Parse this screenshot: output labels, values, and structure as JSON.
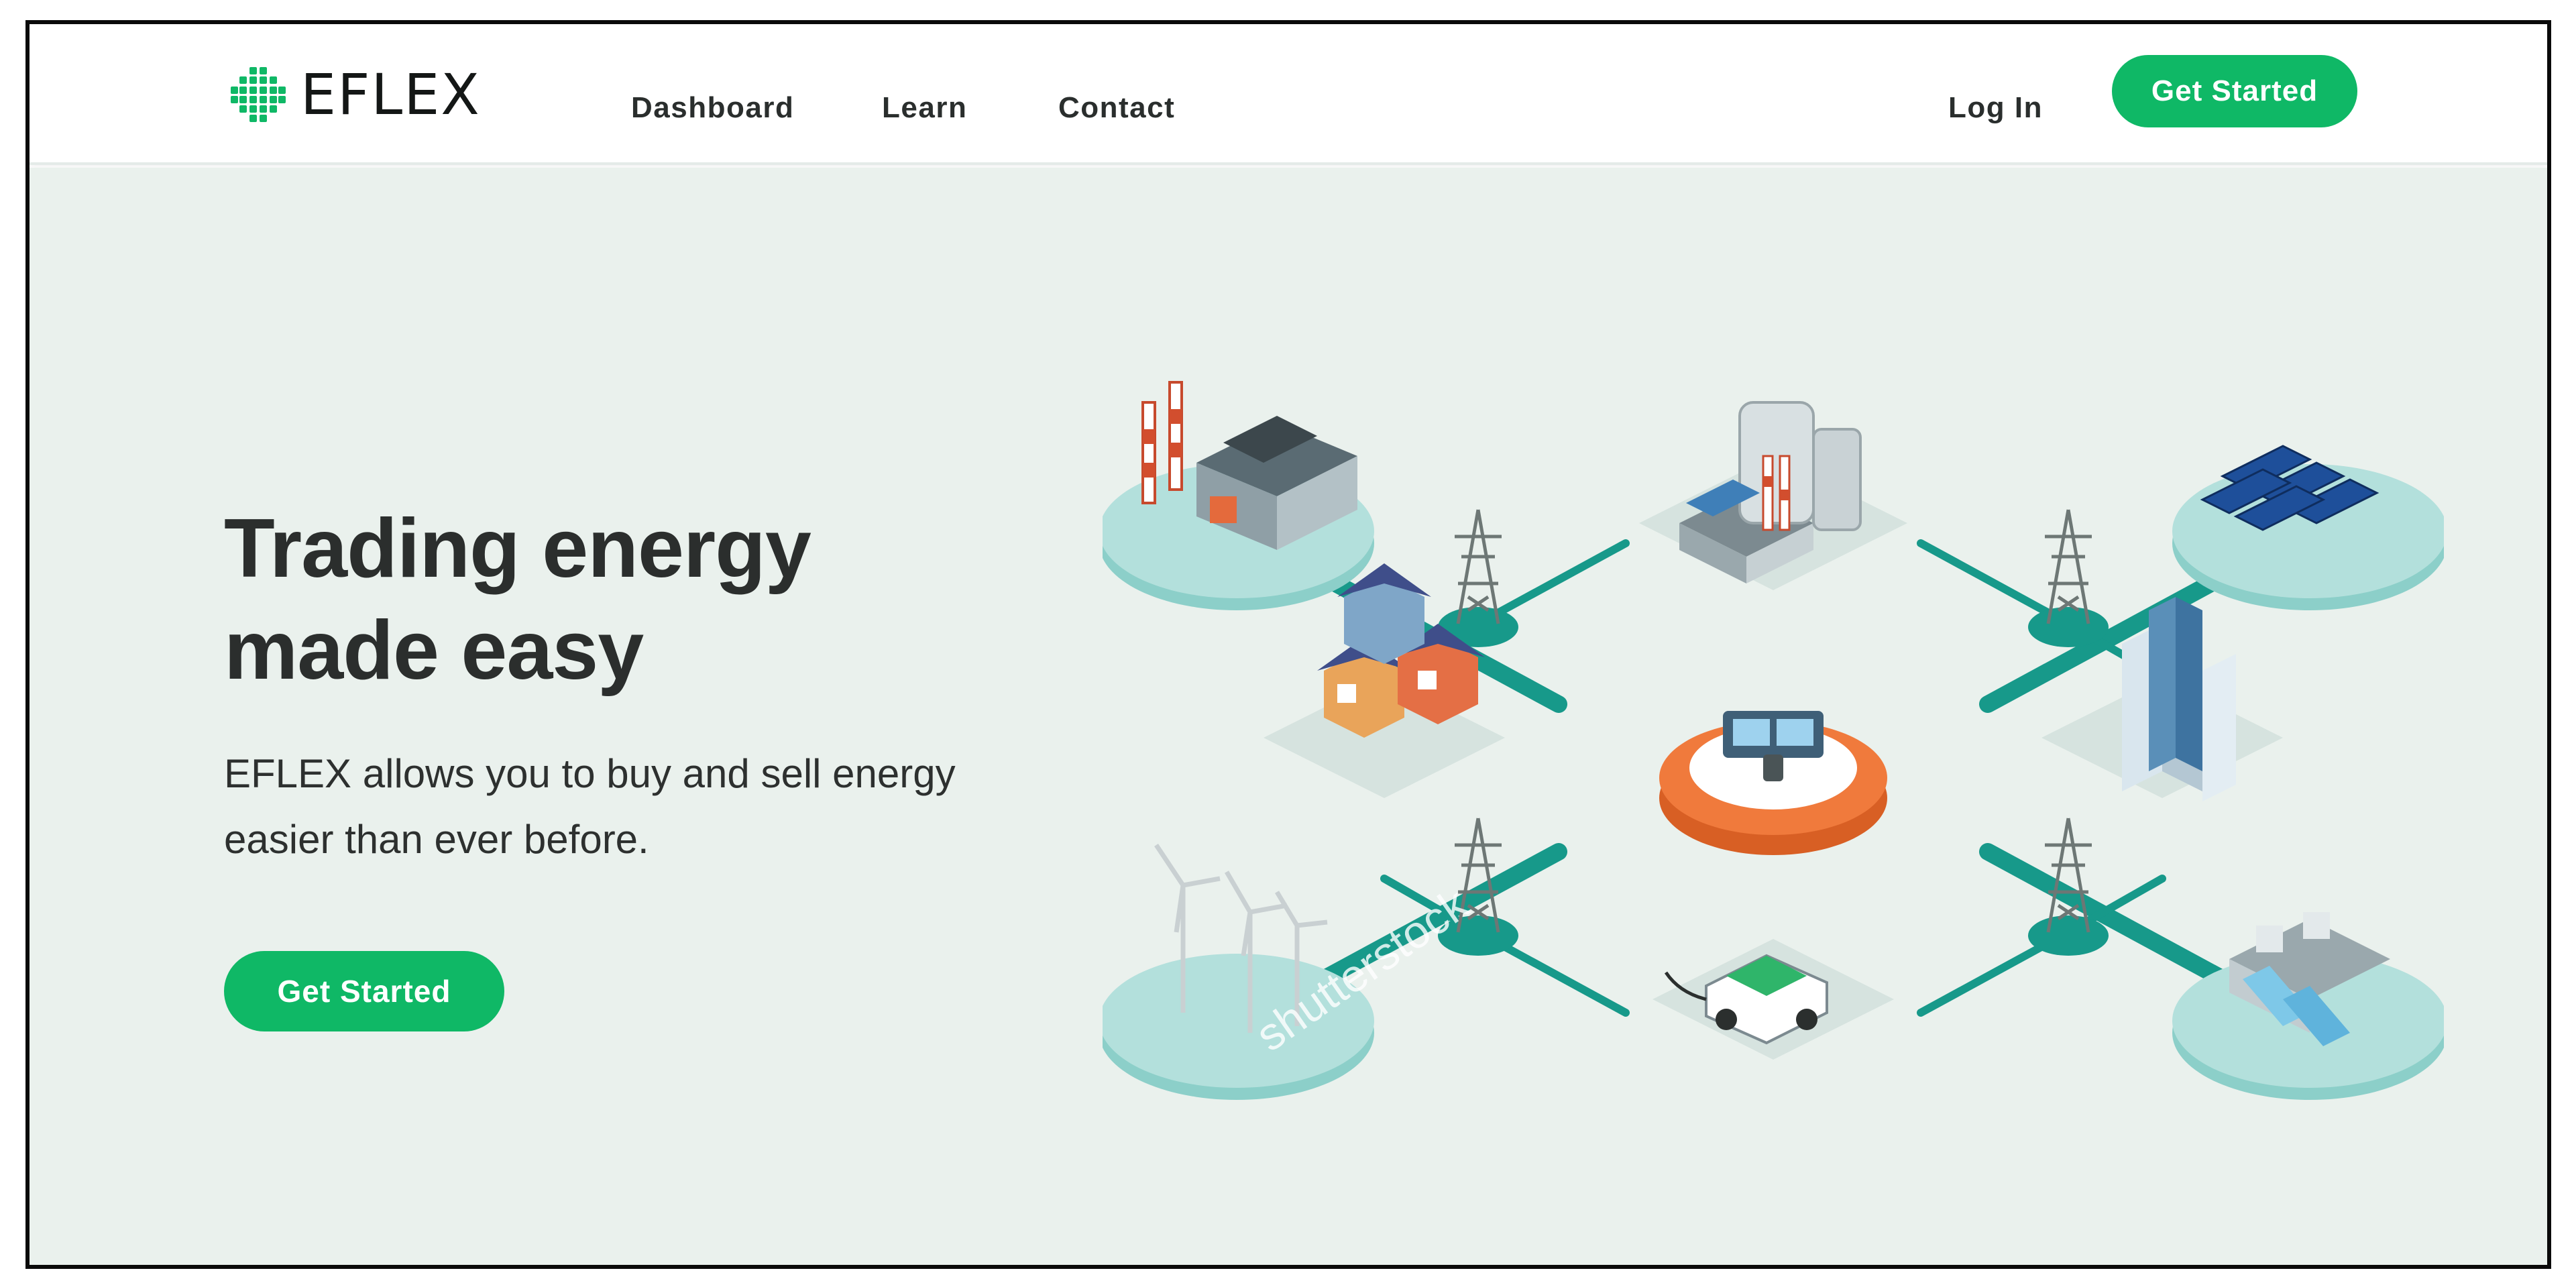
{
  "brand": {
    "name": "EFLEX",
    "color": "#0fb866"
  },
  "nav": {
    "links": [
      "Dashboard",
      "Learn",
      "Contact"
    ],
    "login": "Log In",
    "cta": "Get Started"
  },
  "hero": {
    "title_line1": "Trading energy",
    "title_line2": "made easy",
    "subtitle_line1": "EFLEX allows you to buy and sell energy",
    "subtitle_line2": "easier than ever before.",
    "cta": "Get Started"
  },
  "illustration": {
    "description_icons": [
      "factory-icon",
      "power-plant-icon",
      "solar-panels-icon",
      "houses-icon",
      "control-center-icon",
      "office-building-icon",
      "wind-turbines-icon",
      "electric-car-icon",
      "hydro-dam-icon",
      "transmission-tower-icon"
    ],
    "watermark": "shutterstock",
    "colors": {
      "line": "#17998a",
      "platform": "#a9d8d4",
      "hub": "#f07a3c"
    }
  }
}
